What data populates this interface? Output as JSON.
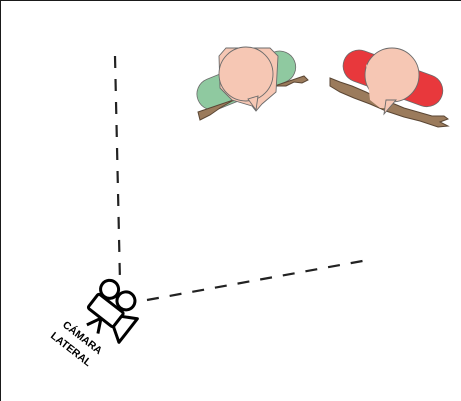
{
  "camera": {
    "label_line1": "CÁMARA",
    "label_line2": "LATERAL",
    "icon": "video-camera-icon"
  },
  "people": [
    {
      "name": "person-green",
      "shoulder_color": "#8fc9a0"
    },
    {
      "name": "person-red",
      "shoulder_color": "#e8383c"
    }
  ],
  "colors": {
    "skin": "#f6c7b4",
    "bar": "#9b7b5c",
    "line": "#222222"
  }
}
